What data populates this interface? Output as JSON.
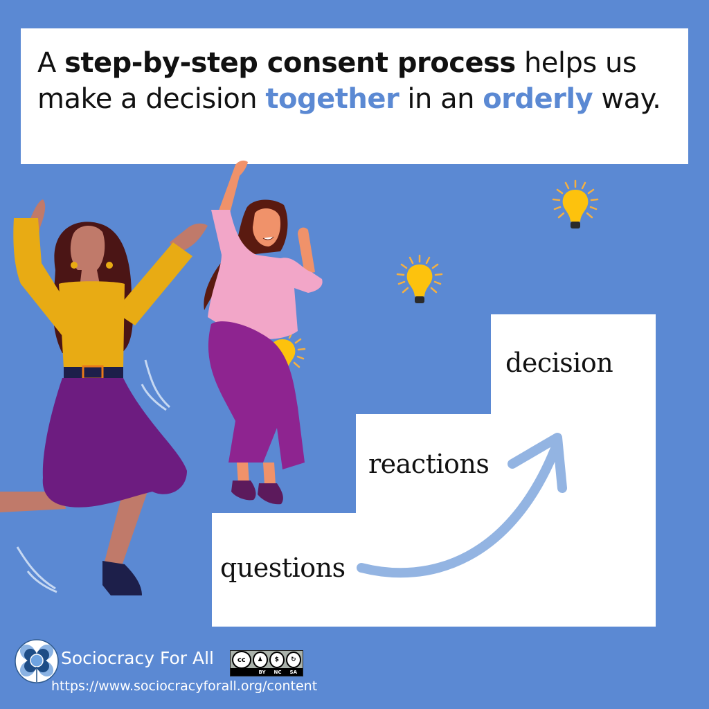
{
  "headline": {
    "parts": [
      {
        "text": "A ",
        "style": "normal"
      },
      {
        "text": "step-by-step consent process",
        "style": "bold"
      },
      {
        "text": " helps us make a decision ",
        "style": "normal"
      },
      {
        "text": "together",
        "style": "accent"
      },
      {
        "text": " in an ",
        "style": "normal"
      },
      {
        "text": "orderly",
        "style": "accent"
      },
      {
        "text": " way.",
        "style": "normal"
      }
    ]
  },
  "steps": [
    {
      "label": "questions",
      "level": 1
    },
    {
      "label": "reactions",
      "level": 2
    },
    {
      "label": "decision",
      "level": 3
    }
  ],
  "illustration": {
    "figures": [
      "woman-yellow-top-purple-skirt",
      "woman-pink-top-purple-pants"
    ],
    "icons": [
      "lightbulb-icon",
      "lightbulb-icon",
      "lightbulb-icon"
    ],
    "arrow": "curved-up-arrow"
  },
  "footer": {
    "org_name": "Sociocracy For All",
    "url": "https://www.sociocracyforall.org/content",
    "license": {
      "icons": [
        "cc",
        "by",
        "nc",
        "sa"
      ],
      "labels": [
        "BY",
        "NC",
        "SA"
      ],
      "cc_text": "cc"
    }
  },
  "colors": {
    "background": "#5b89d3",
    "accent_text": "#5b89d3",
    "step_fill": "#ffffff",
    "arrow": "#93b4e2",
    "bulb": "#fdc20d",
    "bulb_rays": "#f5b041"
  }
}
